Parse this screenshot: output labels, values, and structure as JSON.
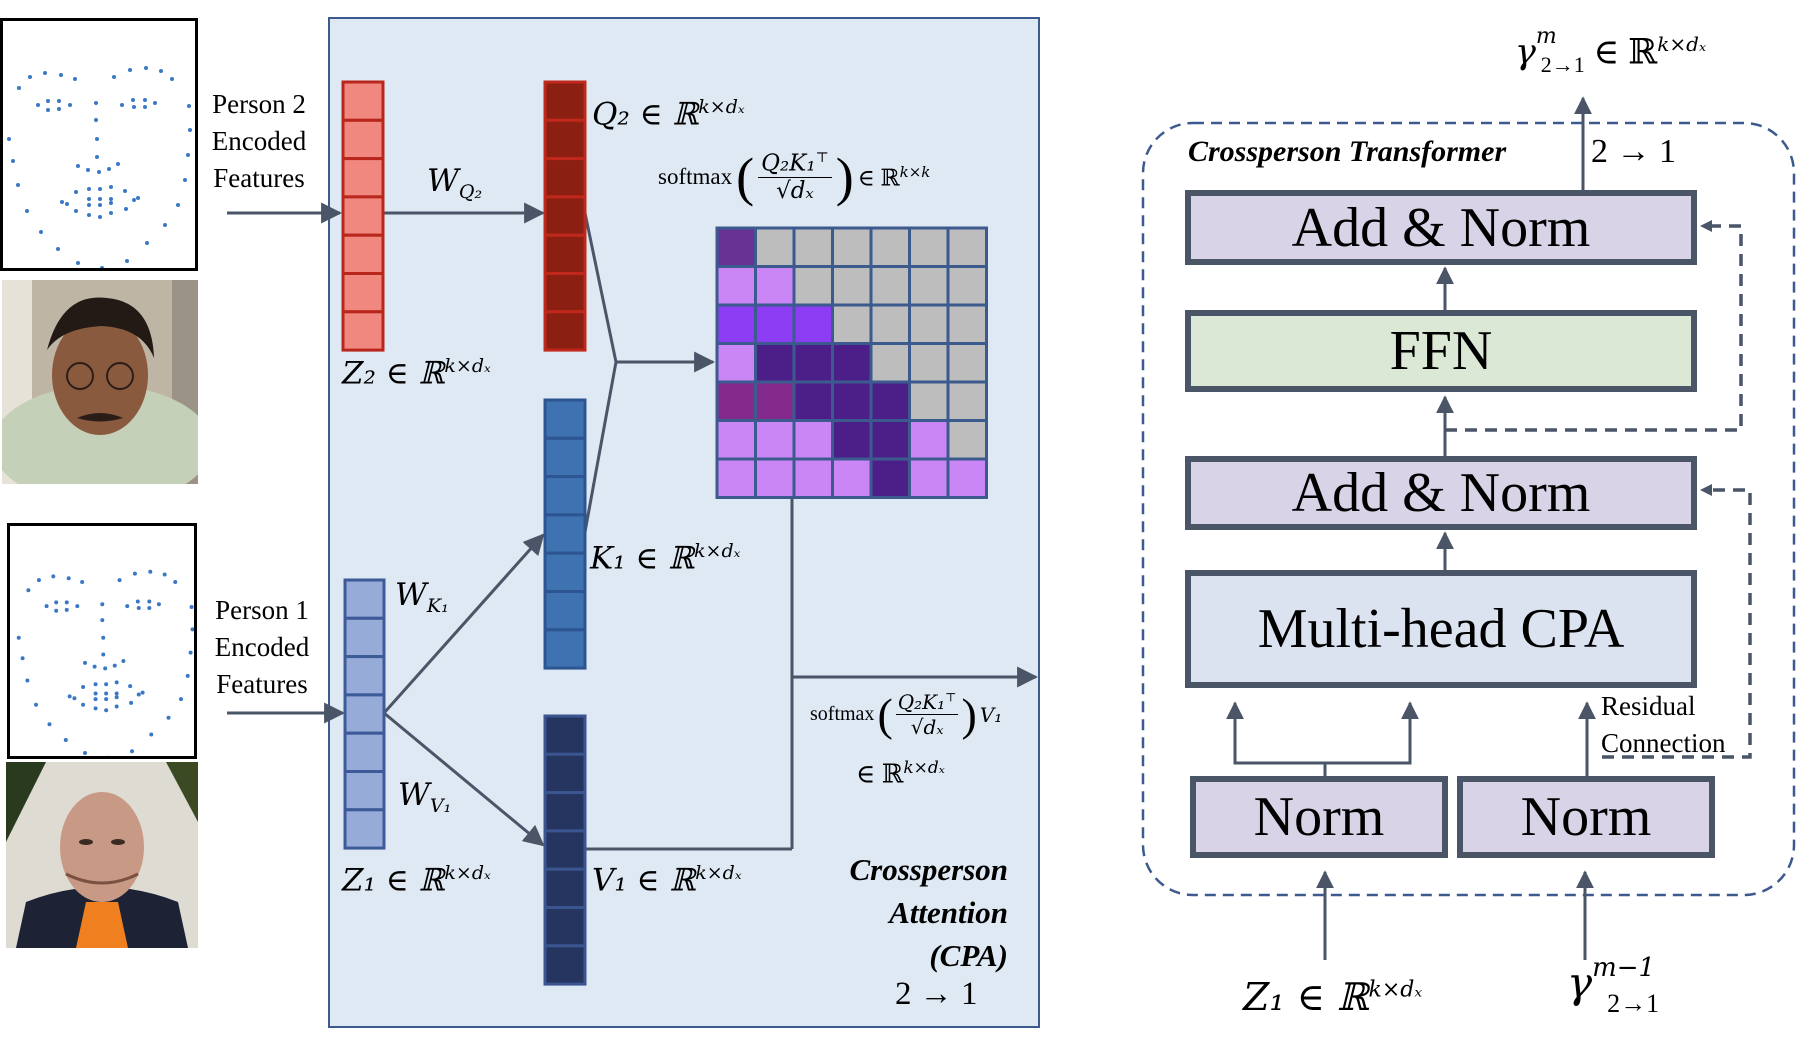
{
  "left_panel": {
    "person2": {
      "label_lines": [
        "Person 2",
        "Encoded",
        "Features"
      ],
      "landmark_color": "#3b78c4"
    },
    "person1": {
      "label_lines": [
        "Person 1",
        "Encoded",
        "Features"
      ],
      "landmark_color": "#3b78c4"
    }
  },
  "cpa_panel": {
    "background": "#dfe9f4",
    "border": "#3d5a8f",
    "title_lines": [
      "Crossperson",
      "Attention",
      "(CPA)"
    ],
    "direction": "2 → 1",
    "z2": {
      "label": "Z₂ ∈ ℝ",
      "sup": "k×dₓ",
      "fill": "#f08880",
      "stroke": "#b8261c",
      "cells": 7
    },
    "q2": {
      "label": "Q₂ ∈ ℝ",
      "sup": "k×dₓ",
      "fill": "#8a1f12",
      "stroke": "#c0281c",
      "cells": 7
    },
    "k1": {
      "label": "K₁ ∈ ℝ",
      "sup": "k×dₓ",
      "fill": "#3f72b0",
      "stroke": "#2d5592",
      "cells": 7
    },
    "v1": {
      "label": "V₁ ∈ ℝ",
      "sup": "k×dₓ",
      "fill": "#26355f",
      "stroke": "#3a5590",
      "cells": 7
    },
    "z1": {
      "label": "Z₁ ∈ ℝ",
      "sup": "k×dₓ",
      "fill": "#97abd9",
      "stroke": "#3d5a99",
      "cells": 7
    },
    "w_q2": "W",
    "w_q2_sub": "Q₂",
    "w_k1": "W",
    "w_k1_sub": "K₁",
    "w_v1": "W",
    "w_v1_sub": "V₁",
    "softmax_label": "softmax",
    "softmax_num": "Q₂K₁",
    "softmax_num_sup": "⊤",
    "softmax_den": "√dₓ",
    "softmax_space": "∈ ℝ",
    "softmax_space_sup": "k×k",
    "output_softmax_label": "softmax",
    "output_tail": "V₁",
    "output_space": "∈ ℝ",
    "output_space_sup": "k×dₓ",
    "attention_matrix": {
      "size": 7,
      "palette": {
        "g": "#bdbdbd",
        "d": "#673294",
        "l": "#c986f4",
        "v": "#8c3cf2",
        "i": "#4b1e88",
        "p": "#832a8c"
      },
      "rows": [
        "dgggggg",
        "llggggg",
        "vvvgggg",
        "liiiggg",
        "ppiiigg",
        "llliilg",
        "llllilll"
      ]
    }
  },
  "transformer": {
    "title": "Crossperson Transformer",
    "direction": "2 → 1",
    "output_label": "γ",
    "output_sup": "m",
    "output_sub": "2→1",
    "output_space": "∈ ℝ",
    "output_space_sup": "k×dₓ",
    "blocks": {
      "add_norm_top": {
        "label": "Add & Norm",
        "fill": "#d8d3e6"
      },
      "ffn": {
        "label": "FFN",
        "fill": "#dce8d6"
      },
      "add_norm_mid": {
        "label": "Add & Norm",
        "fill": "#d8d3e6"
      },
      "mhcpa": {
        "label": "Multi-head CPA",
        "fill": "#dbe3f1"
      },
      "norm_left": {
        "label": "Norm",
        "fill": "#d8d3e6"
      },
      "norm_right": {
        "label": "Norm",
        "fill": "#d8d3e6"
      }
    },
    "residual_label_lines": [
      "Residual",
      "Connection"
    ],
    "input_left": "Z₁ ∈ ℝ",
    "input_left_sup": "k×dₓ",
    "input_right": "γ",
    "input_right_sup": "m−1",
    "input_right_sub": "2→1",
    "line_color": "#4a5568",
    "dash_color": "#3d5a8f"
  }
}
